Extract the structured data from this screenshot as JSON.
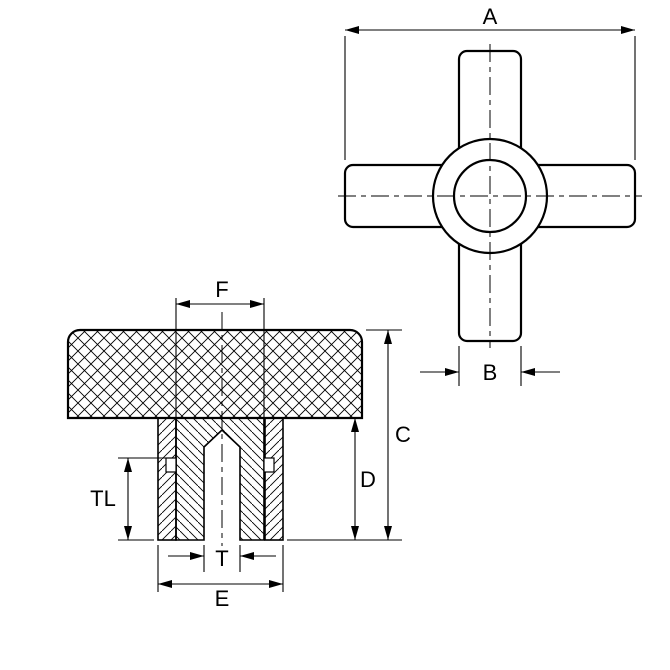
{
  "colors": {
    "lines": "#000000",
    "background": "#ffffff"
  },
  "views": {
    "top": {
      "dim_overall_width": "A",
      "dim_arm_width": "B"
    },
    "section": {
      "dim_boss_width": "F",
      "dim_total_height": "C",
      "dim_hub_height": "D",
      "dim_thread_length": "TL",
      "dim_thread": "T",
      "dim_hub_width": "E"
    }
  }
}
